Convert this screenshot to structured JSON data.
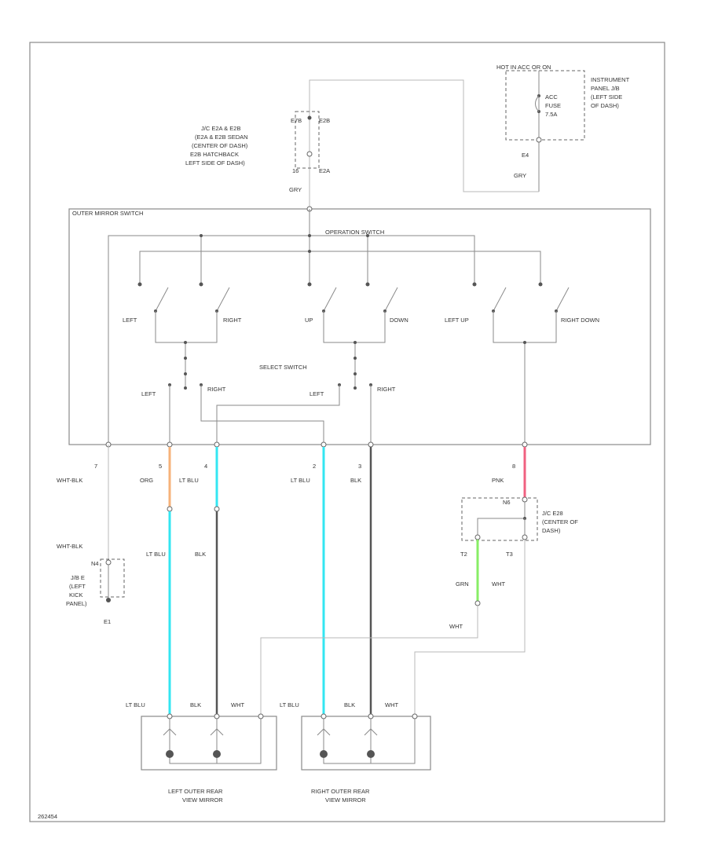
{
  "labels": {
    "hot_in_acc": "HOT IN ACC OR ON",
    "ip_jb": [
      "INSTRUMENT",
      "PANEL J/B",
      "(LEFT SIDE",
      "OF DASH)"
    ],
    "acc_fuse": [
      "ACC",
      "FUSE",
      "7.5A"
    ],
    "e4": "E4",
    "gry_top_right": "GRY",
    "jc_lines": [
      "J/C E2A & E2B",
      "(E2A & E2B SEDAN",
      "(CENTER OF DASH)",
      "E2B HATCHBACK",
      "LEFT SIDE OF DASH)"
    ],
    "pin_e7b": "E7B",
    "pin_e2b": "E2B",
    "pin_16": "16",
    "pin_e2a": "E2A",
    "gry_left": "GRY",
    "outer_mirror_switch": "OUTER MIRROR SWITCH",
    "operation_switch": "OPERATION SWITCH",
    "sw_left": "LEFT",
    "sw_right": "RIGHT",
    "sw_up": "UP",
    "sw_down": "DOWN",
    "sw_left_up": "LEFT UP",
    "sw_right_down": "RIGHT DOWN",
    "select_switch": "SELECT SWITCH",
    "sel_left_1": "LEFT",
    "sel_right_1": "RIGHT",
    "sel_left_2": "LEFT",
    "sel_right_2": "RIGHT",
    "pin_7": "7",
    "pin_5": "5",
    "pin_4": "4",
    "pin_2": "2",
    "pin_3": "3",
    "pin_8": "8",
    "wht_blk_1": "WHT-BLK",
    "org": "ORG",
    "lt_blu_1": "LT BLU",
    "lt_blu_2": "LT BLU",
    "blk_1": "BLK",
    "pnk": "PNK",
    "wht_blk_2": "WHT-BLK",
    "n4": "N4",
    "jb_e": [
      "J/B E",
      "(LEFT",
      "KICK",
      "PANEL)"
    ],
    "e1": "E1",
    "lt_blu_3": "LT BLU",
    "blk_2": "BLK",
    "n6": "N6",
    "jc_e28": [
      "J/C E28",
      "(CENTER OF",
      "DASH)"
    ],
    "t2": "T2",
    "t3": "T3",
    "grn": "GRN",
    "wht_1": "WHT",
    "wht_2": "WHT",
    "m_lt_blu_1": "LT BLU",
    "m_blk_1": "BLK",
    "m_wht_1": "WHT",
    "m_lt_blu_2": "LT BLU",
    "m_blk_2": "BLK",
    "m_wht_2": "WHT",
    "left_mirror": [
      "LEFT OUTER REAR",
      "VIEW MIRROR"
    ],
    "right_mirror": [
      "RIGHT OUTER REAR",
      "VIEW MIRROR"
    ],
    "footer": "262454"
  },
  "wire_colors": {
    "orange": "#f6b27a",
    "light_blue": "#33e6f2",
    "black": "#555555",
    "pink": "#f06080",
    "green": "#88ee66",
    "white": "#cccccc"
  }
}
